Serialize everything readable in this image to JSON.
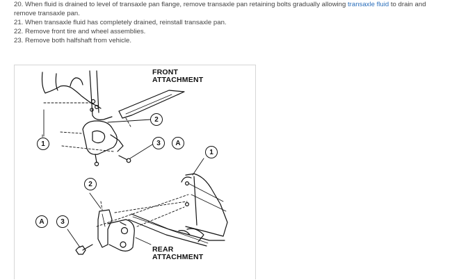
{
  "steps": [
    {
      "number": "20.",
      "text_before": "When fluid is drained to level of transaxle pan flange, remove transaxle pan retaining bolts gradually allowing",
      "link_text": "transaxle fluid",
      "text_after": "to drain and remove transaxle pan."
    },
    {
      "number": "21.",
      "text": "When transaxle fluid has completely drained, reinstall transaxle pan."
    },
    {
      "number": "22.",
      "text": "Remove front tire and wheel assemblies."
    },
    {
      "number": "23.",
      "text": "Remove both halfshaft from vehicle."
    }
  ],
  "figure": {
    "heading_front_line1": "FRONT",
    "heading_front_line2": "ATTACHMENT",
    "heading_rear_line1": "REAR",
    "heading_rear_line2": "ATTACHMENT",
    "callouts": {
      "c1": "1",
      "c2": "2",
      "c3": "3",
      "cA": "A",
      "c4": "1",
      "c5": "2",
      "c6": "A",
      "c7": "3"
    }
  },
  "colors": {
    "link": "#2a6ebb",
    "text": "#444444",
    "figure_border": "#d6d6d6"
  }
}
